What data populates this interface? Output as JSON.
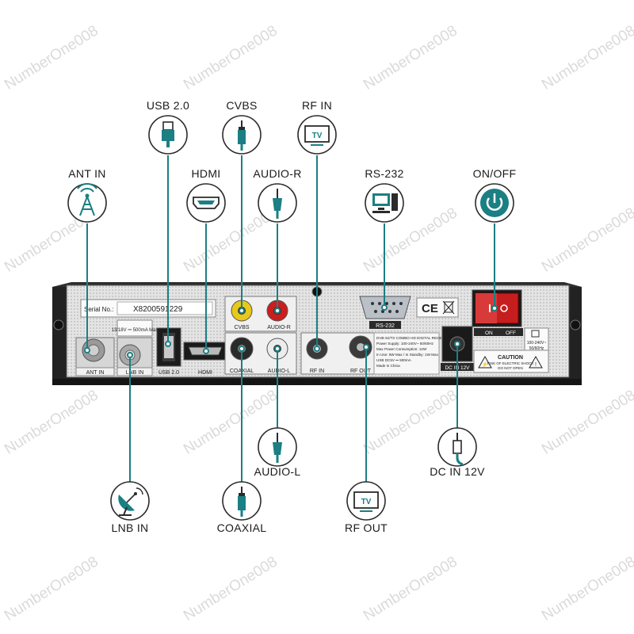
{
  "watermark": "NumberOne008",
  "accent_color": "#1b7f83",
  "labels": {
    "ant_in": "ANT IN",
    "usb": "USB 2.0",
    "hdmi": "HDMI",
    "cvbs": "CVBS",
    "audio_r": "AUDIO-R",
    "rf_in": "RF IN",
    "rs232": "RS-232",
    "on_off": "ON/OFF",
    "lnb_in": "LNB IN",
    "coaxial": "COAXIAL",
    "audio_l": "AUDIO-L",
    "rf_out": "RF OUT",
    "dc_in": "DC IN 12V"
  },
  "icons": {
    "ant_in": "antenna-tower-icon",
    "usb": "usb-plug-icon",
    "hdmi": "hdmi-port-icon",
    "cvbs": "rca-plug-icon",
    "audio_r": "audio-jack-icon",
    "rf_in": "tv-icon",
    "rs232": "computer-icon",
    "on_off": "power-icon",
    "lnb_in": "satellite-dish-icon",
    "coaxial": "rca-plug-icon",
    "audio_l": "audio-jack-icon",
    "rf_out": "tv-icon",
    "dc_in": "dc-plug-icon"
  },
  "icon_text": {
    "tv": "TV"
  },
  "panel": {
    "serial_label": "Serial No.:",
    "serial_value": "X8200591229",
    "lnb_rating": "13/18V ⎓ 500mA Max",
    "port_labels": {
      "ant_in": "ANT IN",
      "lnb_in": "LNB IN",
      "usb": "USB 2.0",
      "hdmi": "HDMI",
      "cvbs": "CVBS",
      "audio_r": "AUDIO-R",
      "coaxial": "COAXIAL",
      "audio_l": "AUDIO-L",
      "rf_in": "RF IN",
      "rf_out": "RF OUT",
      "rs232": "RS-232",
      "dc_in": "DC IN 12V",
      "on": "ON",
      "off": "OFF"
    },
    "spec_lines": [
      "DVB-S2/T2 COMBO HD DIGITAL RECEIVER",
      "Power Supply: 100-240V~ 50/60Hz",
      "Max Power Consumption: 12W",
      "In Use: 8W Max / In Standby: 1W Max",
      "USB DC5V ⎓ 500mA",
      "Made in China"
    ],
    "ce_mark": "CE",
    "caution_title": "CAUTION",
    "caution_lines": [
      "RISK OF ELECTRIC SHOCK",
      "DO NOT OPEN"
    ],
    "voltage_badge": [
      "100-240V~",
      "50/60Hz"
    ]
  }
}
